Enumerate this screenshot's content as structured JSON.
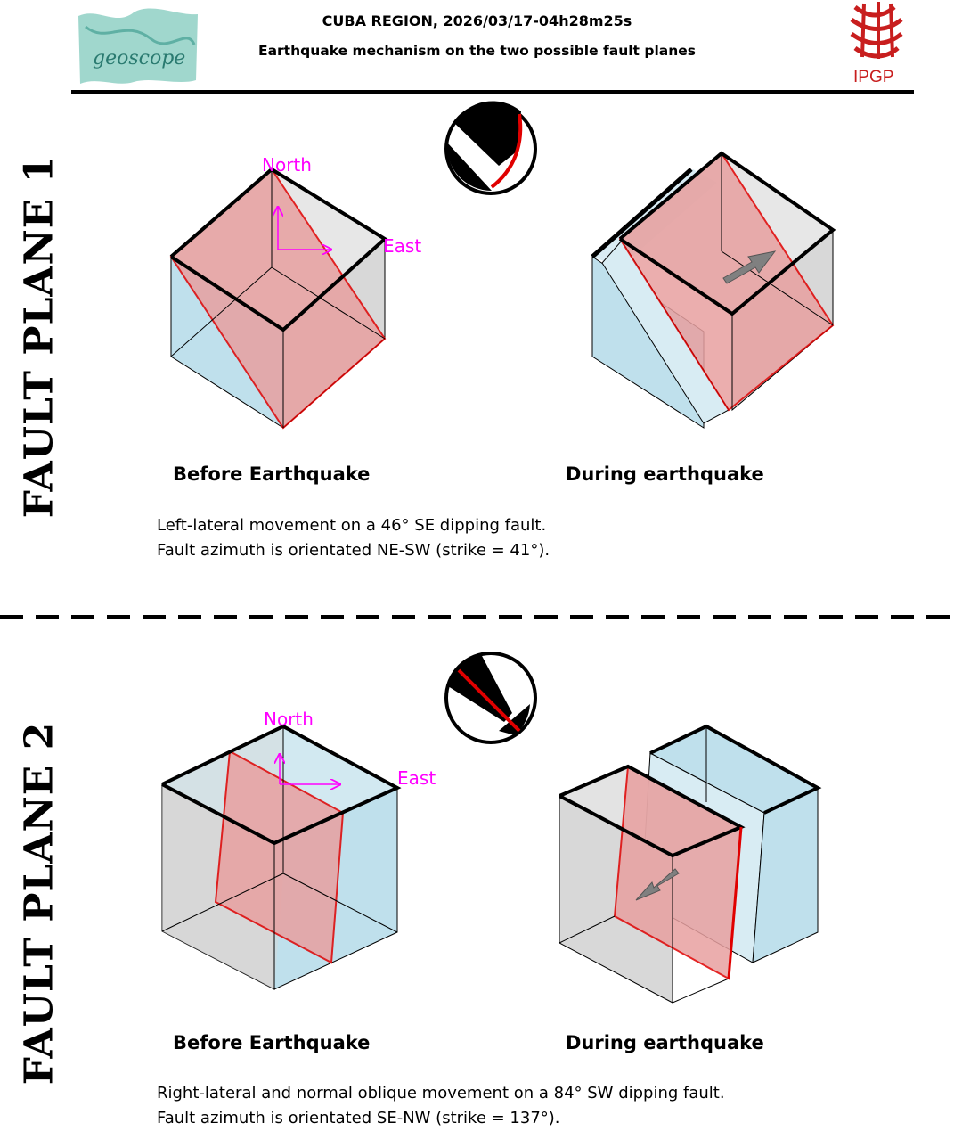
{
  "header": {
    "title": "CUBA REGION, 2026/03/17-04h28m25s",
    "subtitle": "Earthquake mechanism on the two possible fault planes",
    "left_logo_text": "geoscope",
    "right_logo_text": "IPGP"
  },
  "panels": [
    {
      "side_label": "FAULT PLANE 1",
      "north_label": "North",
      "east_label": "East",
      "before_caption": "Before Earthquake",
      "during_caption": "During earthquake",
      "description_line1": "Left-lateral movement on a 46° SE dipping fault.",
      "description_line2": "Fault azimuth is orientated NE-SW (strike = 41°)."
    },
    {
      "side_label": "FAULT PLANE 2",
      "north_label": "North",
      "east_label": "East",
      "before_caption": "Before Earthquake",
      "during_caption": "During earthquake",
      "description_line1": "Right-lateral and normal oblique movement on a 84° SW dipping fault.",
      "description_line2": "Fault azimuth is orientated SE-NW (strike = 137°)."
    }
  ],
  "colors": {
    "fault_plane": "#e8a0a0",
    "fault_edge": "#e00000",
    "block_blue": "#bfe0ec",
    "block_grey": "#d8d8d8",
    "axis": "#ff00ff"
  }
}
